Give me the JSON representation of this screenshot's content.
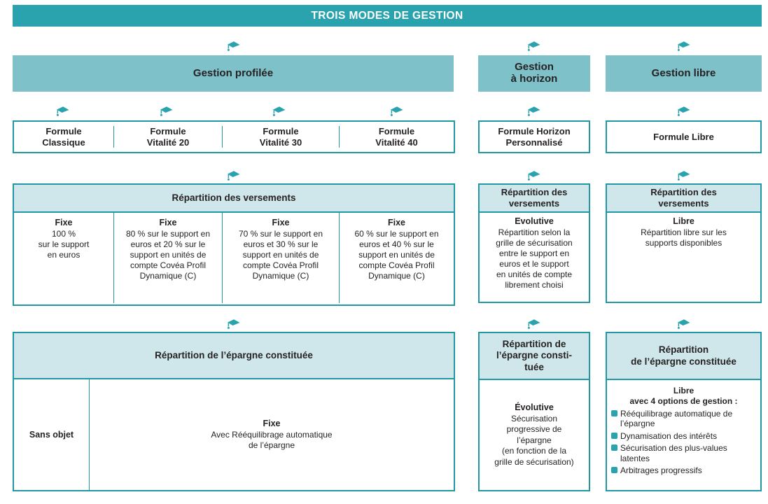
{
  "colors": {
    "teal_dark": "#2AA3AE",
    "teal_mid": "#7FC1C9",
    "teal_light": "#CFE7EA",
    "teal_border": "#2199A5",
    "text": "#262223"
  },
  "title": "TROIS MODES DE GESTION",
  "modes": {
    "profilee": "Gestion profilée",
    "horizon": "Gestion\nà horizon",
    "libre": "Gestion libre"
  },
  "formules": {
    "classique": "Formule\nClassique",
    "vitalite20": "Formule\nVitalité 20",
    "vitalite30": "Formule\nVitalité 30",
    "vitalite40": "Formule\nVitalité 40",
    "horizon": "Formule Horizon\nPersonnalisé",
    "libre": "Formule Libre"
  },
  "versements": {
    "header_left": "Répartition des versements",
    "header_horizon": "Répartition des\nversements",
    "header_libre": "Répartition des\nversements",
    "cells": [
      {
        "title": "Fixe",
        "text": "100 %\nsur le support\nen euros"
      },
      {
        "title": "Fixe",
        "text": "80 % sur le support en\neuros et 20 % sur le\nsupport en unités de\ncompte Covéa Profil\nDynamique (C)"
      },
      {
        "title": "Fixe",
        "text": "70 % sur le support en\neuros et 30 % sur le\nsupport en unités de\ncompte Covéa Profil\nDynamique (C)"
      },
      {
        "title": "Fixe",
        "text": "60 % sur le support en\neuros et 40 % sur le\nsupport en unités de\ncompte Covéa Profil\nDynamique (C)"
      }
    ],
    "horizon": {
      "title": "Evolutive",
      "text": "Répartition selon la\ngrille de sécurisation\nentre le support en\neuros et le support\nen unités de compte\nlibrement choisi"
    },
    "libre": {
      "title": "Libre",
      "text": "Répartition libre sur les\nsupports disponibles"
    }
  },
  "epargne": {
    "header_left": "Répartition de l’épargne constituée",
    "header_horizon": "Répartition de\nl’épargne consti-\ntuée",
    "header_libre": "Répartition\nde l’épargne constituée",
    "sans_objet": "Sans objet",
    "fixe": {
      "title": "Fixe",
      "text": "Avec Rééquilibrage automatique\nde l’épargne"
    },
    "horizon": {
      "title": "Évolutive",
      "text": "Sécurisation\nprogressive de\nl’épargne\n(en fonction de la\ngrille de sécurisation)"
    },
    "libre": {
      "title": "Libre",
      "subtitle": "avec 4 options de gestion :",
      "options": [
        "Rééquilibrage automatique de l’épargne",
        "Dynamisation des intérêts",
        "Sécurisation des plus-values latentes",
        "Arbitrages progressifs"
      ]
    }
  }
}
